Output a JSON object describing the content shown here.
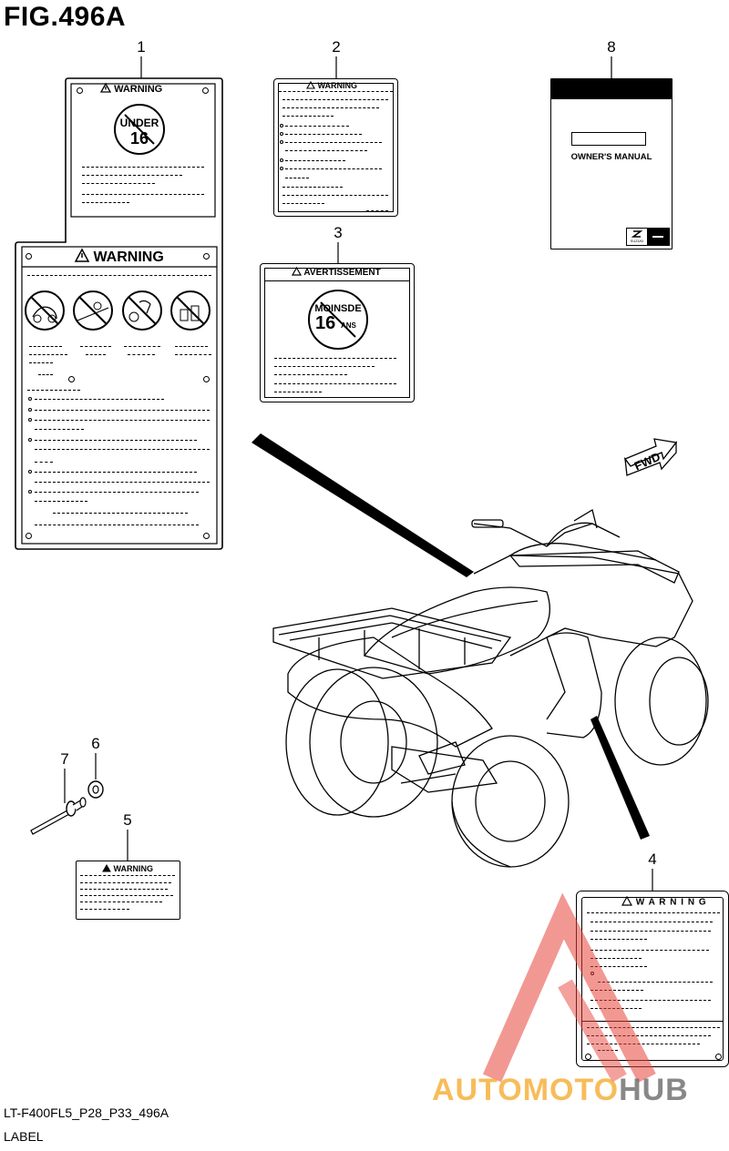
{
  "figure": {
    "title": "FIG.496A"
  },
  "callouts": [
    "1",
    "2",
    "3",
    "4",
    "5",
    "6",
    "7",
    "8"
  ],
  "labels": {
    "warning": "WARNING",
    "warning_spaced": "W A R N I N G",
    "avertissement": "AVERTISSEMENT",
    "under": "UNDER",
    "age": "16",
    "moins_de": "MOINSDE",
    "ans": "ANS",
    "owners_manual": "OWNER'S MANUAL",
    "brand_mark": "SUZUKI",
    "fwd": "FWD"
  },
  "footer": {
    "model_code": "LT-F400FL5_P28_P33_496A",
    "section": "LABEL"
  },
  "watermark": {
    "part1": "AUTOMOTO",
    "part2": "HUB",
    "color_primary": "#f5a623",
    "color_secondary": "#6b6b6b",
    "color_logo": "#e8443a"
  }
}
